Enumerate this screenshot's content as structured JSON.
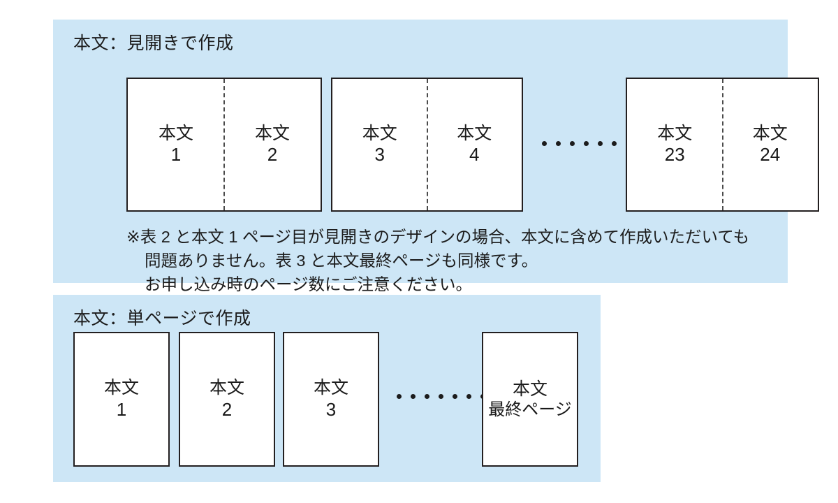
{
  "colors": {
    "panel_background": "#cde6f6",
    "card_background": "#ffffff",
    "card_border": "#231f20",
    "fold_line": "#4b4b4b",
    "text": "#1c1c1c",
    "page_background": "#ffffff"
  },
  "spread_section": {
    "heading": "本文：見開きで作成",
    "spreads": [
      {
        "left_page": {
          "title": "本文",
          "number": "1"
        },
        "right_page": {
          "title": "本文",
          "number": "2"
        }
      },
      {
        "left_page": {
          "title": "本文",
          "number": "3"
        },
        "right_page": {
          "title": "本文",
          "number": "4"
        }
      },
      {
        "left_page": {
          "title": "本文",
          "number": "23"
        },
        "right_page": {
          "title": "本文",
          "number": "24"
        }
      }
    ],
    "ellipsis_dot_count": 7
  },
  "note": {
    "lines": [
      "※表 2 と本文 1 ページ目が見開きのデザインの場合、本文に含めて作成いただいても",
      "問題ありません。表 3 と本文最終ページも同様です。",
      "お申し込み時のページ数にご注意ください。"
    ]
  },
  "single_section": {
    "heading": "本文：単ページで作成",
    "pages": [
      {
        "title": "本文",
        "number": "1"
      },
      {
        "title": "本文",
        "number": "2"
      },
      {
        "title": "本文",
        "number": "3"
      },
      {
        "title": "本文",
        "number": "最終ページ"
      }
    ],
    "ellipsis_dot_count": 7
  }
}
